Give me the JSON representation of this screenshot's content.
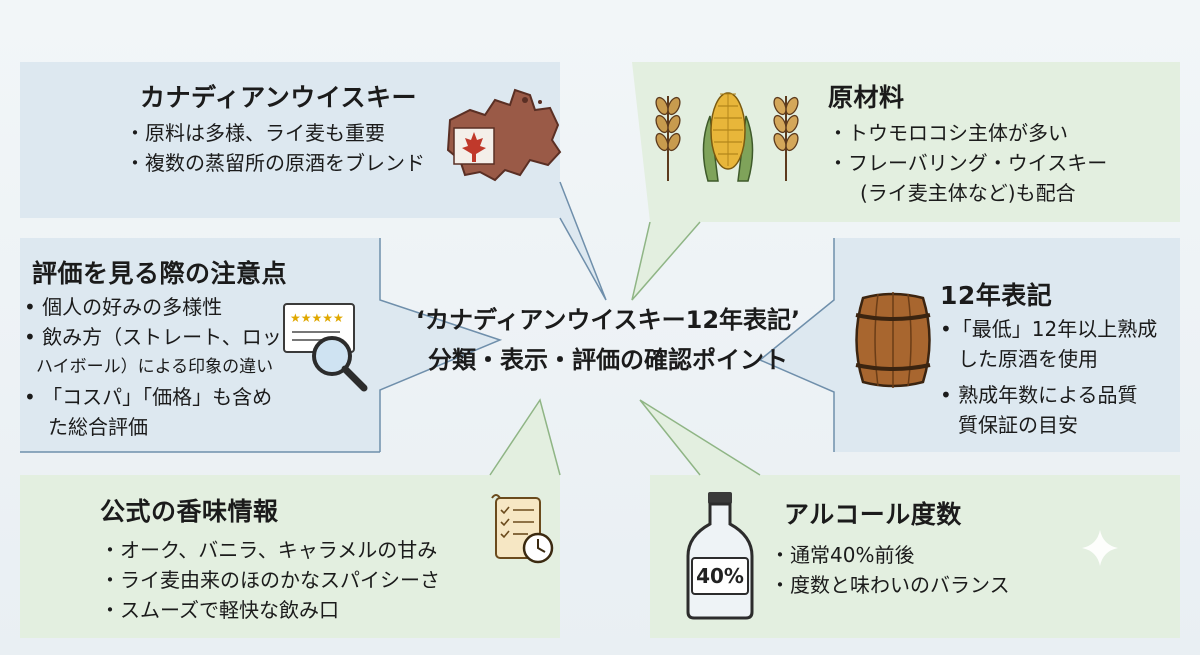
{
  "center": {
    "line1": "‘カナディアンウイスキー12年表記’",
    "line2": "分類・表示・評価の確認ポイント"
  },
  "panels": {
    "canadian": {
      "title": "カナディアンウイスキー",
      "items": [
        "・原料は多様、ライ麦も重要",
        "・複数の蒸留所の原酒をブレンド"
      ]
    },
    "ingredients": {
      "title": "原材料",
      "items": [
        "・トウモロコシ主体が多い",
        "・フレーバリング・ウイスキー",
        "(ライ麦主体など)も配合"
      ]
    },
    "evaluation": {
      "title": "評価を見る際の注意点",
      "items": [
        "• 個人の好みの多様性",
        "• 飲み方（ストレート、ロック、",
        "ハイボール）による印象の違い",
        "• 「コスパ」「価格」も含め",
        "た総合評価"
      ]
    },
    "twelve_year": {
      "title": "12年表記",
      "items": [
        "•「最低」12年以上熟成",
        "した原酒を使用",
        "• 熟成年数による品質",
        "質保証の目安"
      ]
    },
    "flavor": {
      "title": "公式の香味情報",
      "items": [
        "・オーク、バニラ、キャラメルの甘み",
        "・ライ麦由来のほのかなスパイシーさ",
        "・スムーズで軽快な飲み口"
      ]
    },
    "abv": {
      "title": "アルコール度数",
      "items": [
        "・通常40%前後",
        "・度数と味わいのバランス"
      ],
      "bottle_label": "40%"
    }
  },
  "colors": {
    "blue_panel": "#dde8f0",
    "green_panel": "#e3efe0",
    "blue_border": "#6f8fab",
    "green_border": "#8fb585"
  },
  "icons": [
    "canada-map-icon",
    "wheat-icon",
    "corn-icon",
    "rating-magnifier-icon",
    "barrel-icon",
    "scroll-checklist-icon",
    "clock-icon",
    "bottle-icon",
    "sparkle-icon"
  ]
}
